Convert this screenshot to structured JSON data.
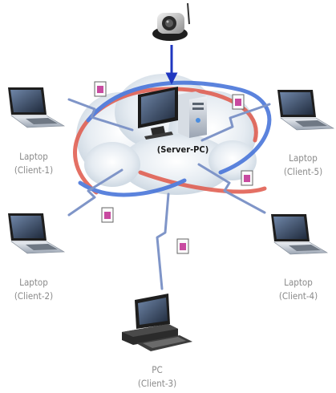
{
  "server": {
    "label": "(Server-PC)"
  },
  "clients": [
    {
      "id": "client-1",
      "type": "Laptop",
      "name": "(Client-1)"
    },
    {
      "id": "client-2",
      "type": "Laptop",
      "name": "(Client-2)"
    },
    {
      "id": "client-3",
      "type": "PC",
      "name": "(Client-3)"
    },
    {
      "id": "client-4",
      "type": "Laptop",
      "name": "(Client-4)"
    },
    {
      "id": "client-5",
      "type": "Laptop",
      "name": "(Client-5)"
    }
  ],
  "icons": {
    "camera": "ip-camera-icon",
    "server": "server-pc-icon",
    "laptop": "laptop-icon",
    "desktop": "desktop-pc-icon",
    "file": "video-file-icon",
    "link": "wireless-link-icon",
    "cloud": "network-cloud-icon"
  },
  "colors": {
    "link": "#7f95c8",
    "arrow": "#1f37c0",
    "orbit_red": "#e0584a",
    "orbit_blue": "#3f6ed8",
    "cloud": "#dfe7ee",
    "label": "#8a8a8a"
  }
}
